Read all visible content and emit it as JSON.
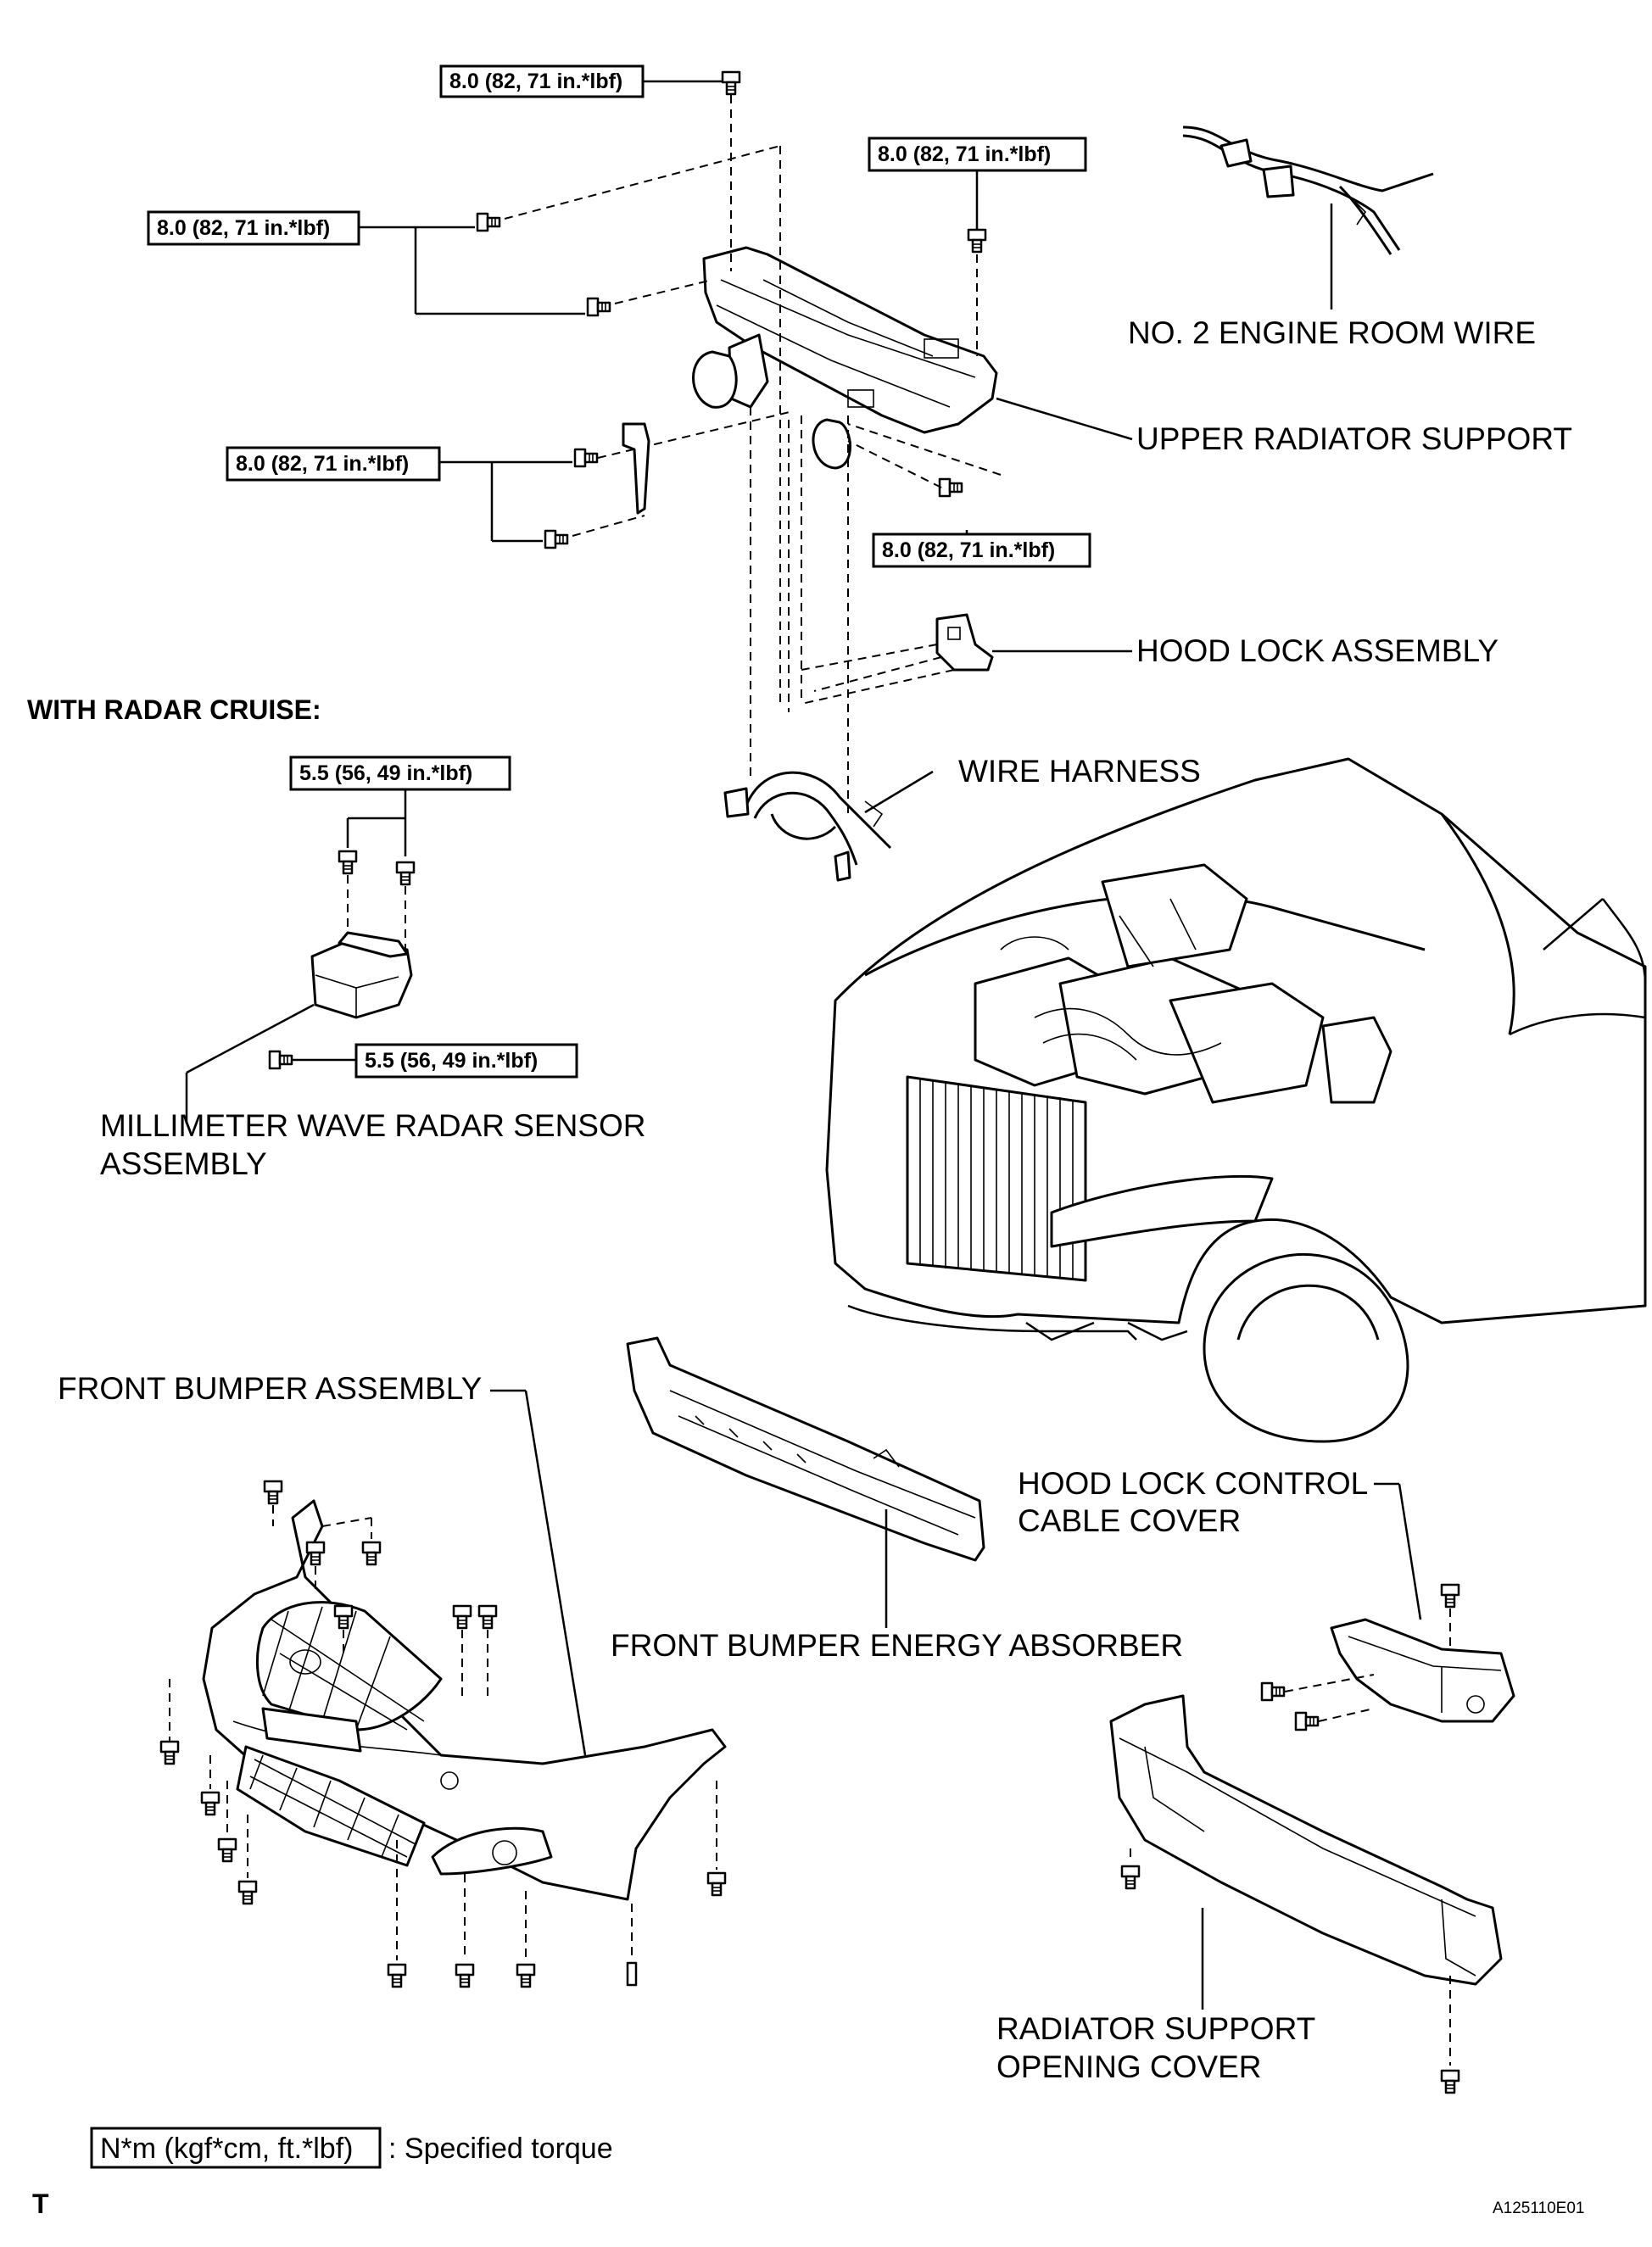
{
  "labels": {
    "no2_engine_room_wire": "NO. 2 ENGINE ROOM WIRE",
    "upper_radiator_support": "UPPER RADIATOR SUPPORT",
    "hood_lock_assembly": "HOOD LOCK ASSEMBLY",
    "wire_harness": "WIRE HARNESS",
    "with_radar_cruise": "WITH RADAR CRUISE:",
    "radar_sensor_line1": "MILLIMETER WAVE RADAR SENSOR",
    "radar_sensor_line2": "ASSEMBLY",
    "front_bumper_assembly": "FRONT BUMPER ASSEMBLY",
    "front_bumper_energy_absorber": "FRONT BUMPER ENERGY ABSORBER",
    "hood_lock_control_cable_cover_line1": "HOOD LOCK CONTROL",
    "hood_lock_control_cable_cover_line2": "CABLE COVER",
    "radiator_support_opening_cover_line1": "RADIATOR SUPPORT",
    "radiator_support_opening_cover_line2": "OPENING COVER"
  },
  "torque_specs": {
    "top_bolt": "8.0 (82, 71 in.*lbf)",
    "right_top_bolt": "8.0 (82, 71 in.*lbf)",
    "left_upper_bolts": "8.0 (82, 71 in.*lbf)",
    "left_lower_bolts": "8.0 (82, 71 in.*lbf)",
    "right_lower_bolt": "8.0 (82, 71 in.*lbf)",
    "radar_upper_bolts": "5.5 (56, 49 in.*lbf)",
    "radar_lower_bolt": "5.5 (56, 49 in.*lbf)"
  },
  "legend": {
    "unit_box": "N*m (kgf*cm, ft.*lbf)",
    "meaning": ": Specified torque"
  },
  "footer": {
    "left_mark": "T",
    "figure_code": "A125110E01"
  }
}
